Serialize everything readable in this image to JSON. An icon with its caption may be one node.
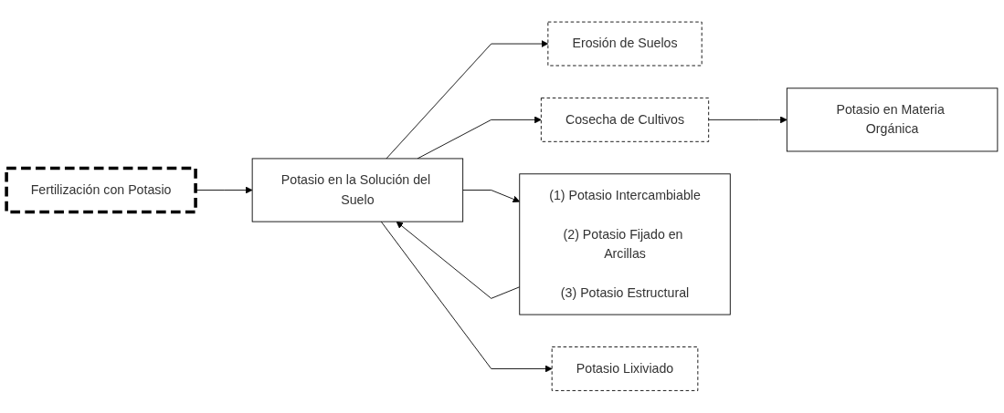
{
  "diagram": {
    "nodes": [
      {
        "text": [
          "Erosión de Suelos"
        ]
      },
      {
        "text": [
          "Fertilización con Potasio"
        ]
      },
      {
        "text": [
          "Cosecha de Cultivos"
        ]
      },
      {
        "text": [
          "Potasio en la Solución del Suelo"
        ]
      },
      {
        "text": [
          "(1) Potasio Intercambiable",
          "(2) Potasio Fijado en Arcillas",
          "(3) Potasio Estructural"
        ]
      },
      {
        "text": [
          "Potasio en Materia Orgánica"
        ]
      },
      {
        "text": [
          "Potasio Lixiviado"
        ]
      }
    ],
    "edges": [
      {
        "from": 1,
        "to": 3,
        "arrow": "to"
      },
      {
        "from": 3,
        "to": 0,
        "arrow": "to"
      },
      {
        "from": 3,
        "to": 2,
        "arrow": "to"
      },
      {
        "from": 3,
        "to": 4,
        "arrow": "to"
      },
      {
        "from": 4,
        "to": 3,
        "arrow": "to"
      },
      {
        "from": 2,
        "to": 5,
        "arrow": "to"
      },
      {
        "from": 3,
        "to": 6,
        "arrow": "to"
      }
    ]
  }
}
